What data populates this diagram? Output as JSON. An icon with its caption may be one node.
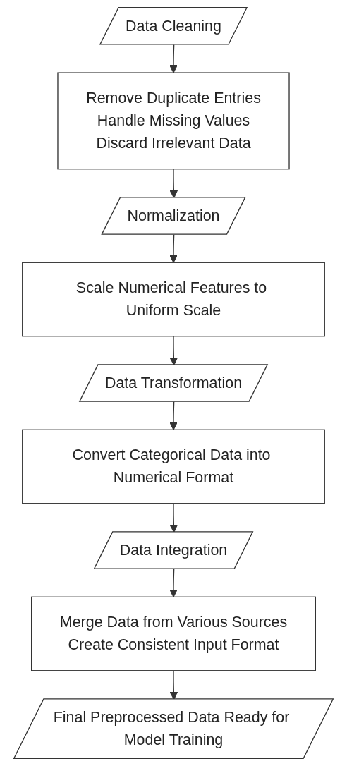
{
  "diagram": {
    "nodes": [
      {
        "text": [
          "Data Cleaning"
        ]
      },
      {
        "text": [
          "Remove Duplicate Entries",
          "Handle Missing Values",
          "Discard Irrelevant Data"
        ]
      },
      {
        "text": [
          "Normalization"
        ]
      },
      {
        "text": [
          "Scale Numerical Features to Uniform Scale"
        ]
      },
      {
        "text": [
          "Data Transformation"
        ]
      },
      {
        "text": [
          "Convert Categorical Data into Numerical Format"
        ]
      },
      {
        "text": [
          "Data Integration"
        ]
      },
      {
        "text": [
          "Merge Data from Various Sources",
          "Create Consistent Input Format"
        ]
      },
      {
        "text": [
          "Final Preprocessed Data Ready for Model Training"
        ]
      }
    ],
    "edges": [
      {
        "from": 0,
        "to": 1,
        "arrow": "to"
      },
      {
        "from": 1,
        "to": 2,
        "arrow": "to"
      },
      {
        "from": 2,
        "to": 3,
        "arrow": "to"
      },
      {
        "from": 3,
        "to": 4,
        "arrow": "to"
      },
      {
        "from": 4,
        "to": 5,
        "arrow": "to"
      },
      {
        "from": 5,
        "to": 6,
        "arrow": "to"
      },
      {
        "from": 6,
        "to": 7,
        "arrow": "to"
      },
      {
        "from": 7,
        "to": 8,
        "arrow": "to"
      }
    ]
  }
}
